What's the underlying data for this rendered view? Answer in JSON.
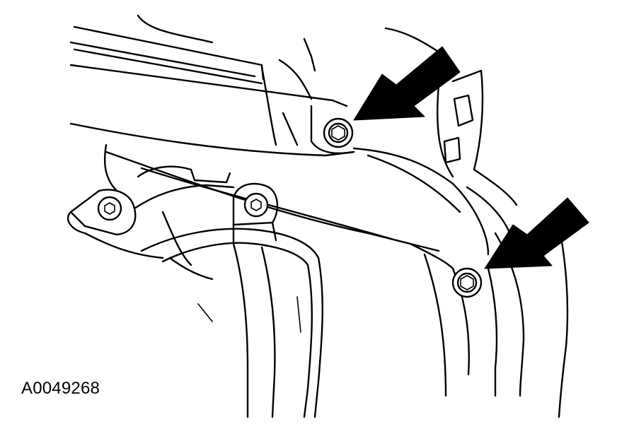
{
  "figure": {
    "id_label": "A0049268",
    "callouts": [
      {
        "target": "upper-bolt",
        "icon": "arrow-icon"
      },
      {
        "target": "lower-bolt",
        "icon": "arrow-icon"
      }
    ],
    "colors": {
      "ink": "#000000",
      "paper": "#ffffff"
    }
  }
}
